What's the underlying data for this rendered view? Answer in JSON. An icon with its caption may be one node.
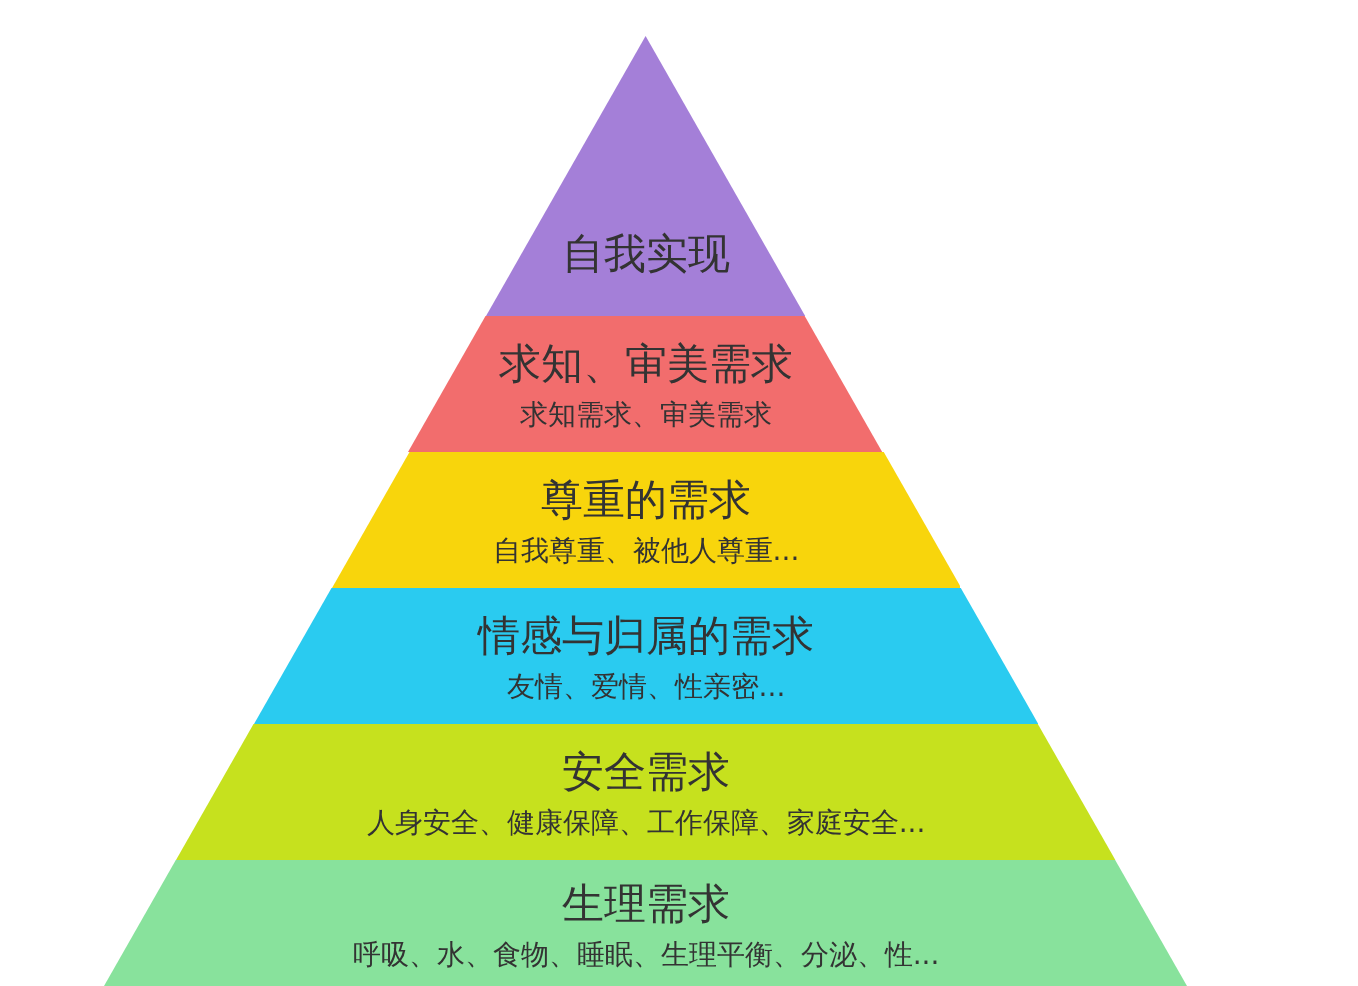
{
  "diagram": {
    "nodes": [
      {
        "text": [
          "自我实现"
        ]
      },
      {
        "text": [
          "求知、审美需求",
          "求知需求、审美需求"
        ]
      },
      {
        "text": [
          "尊重的需求",
          "自我尊重、被他人尊重..."
        ]
      },
      {
        "text": [
          "情感与归属的需求",
          "友情、爱情、性亲密..."
        ]
      },
      {
        "text": [
          "安全需求",
          "人身安全、健康保障、工作保障、家庭安全..."
        ]
      },
      {
        "text": [
          "生理需求",
          "呼吸、水、食物、睡眠、生理平衡、分泌、性..."
        ]
      }
    ]
  }
}
